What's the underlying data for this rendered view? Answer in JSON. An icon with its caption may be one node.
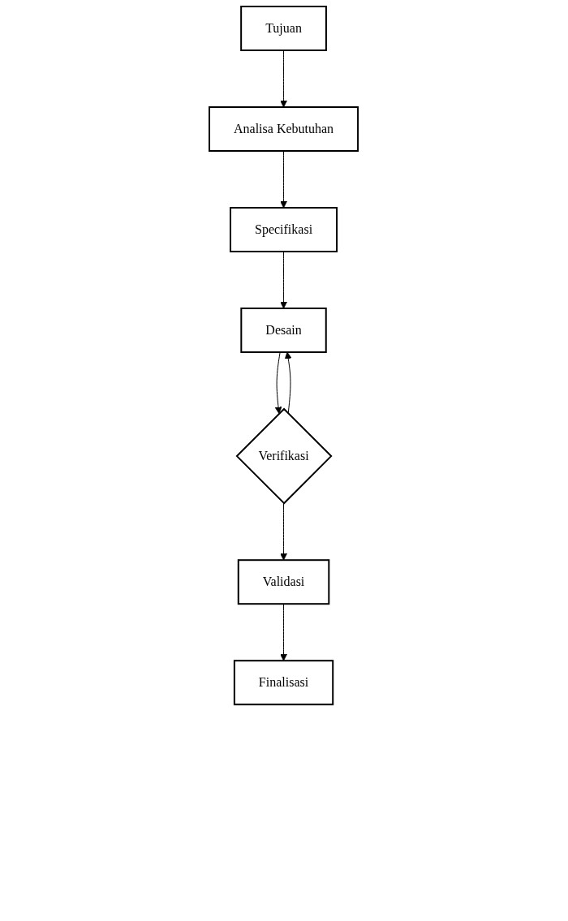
{
  "diagram": {
    "nodes": [
      {
        "text": [
          "Tujuan"
        ]
      },
      {
        "text": [
          "Analisa Kebutuhan"
        ]
      },
      {
        "text": [
          "Specifikasi"
        ]
      },
      {
        "text": [
          "Desain"
        ]
      },
      {
        "text": [
          "Verifikasi"
        ]
      },
      {
        "text": [
          "Validasi"
        ]
      },
      {
        "text": [
          "Finalisasi"
        ]
      }
    ],
    "edges": [
      {
        "from": 0,
        "to": 1,
        "arrow": "to"
      },
      {
        "from": 1,
        "to": 2,
        "arrow": "to"
      },
      {
        "from": 2,
        "to": 3,
        "arrow": "to"
      },
      {
        "from": 3,
        "to": 4,
        "arrow": "to"
      },
      {
        "from": 4,
        "to": 3,
        "arrow": "to"
      },
      {
        "from": 4,
        "to": 5,
        "arrow": "to"
      },
      {
        "from": 5,
        "to": 6,
        "arrow": "to"
      }
    ]
  }
}
